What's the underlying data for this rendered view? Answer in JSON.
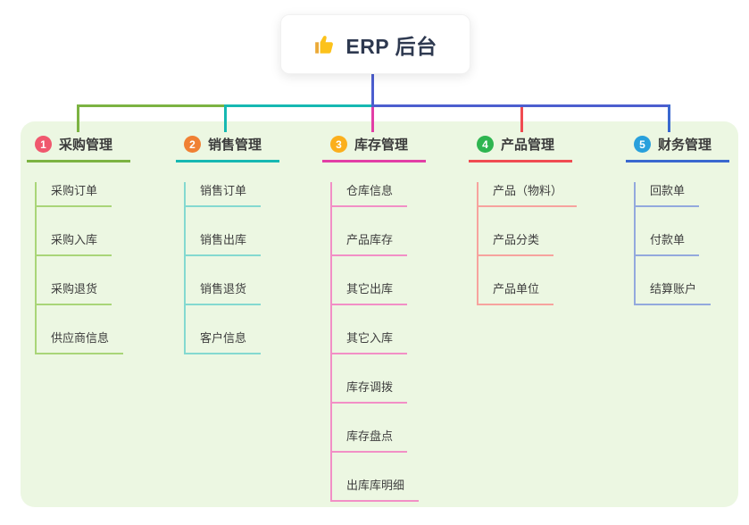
{
  "root": {
    "title": "ERP 后台",
    "icon": "thumbs-up-icon"
  },
  "branches": [
    {
      "index": "1",
      "title": "采购管理",
      "badge_color": "#f0586e",
      "line_color": "#7cb342",
      "child_line_color": "#a9d578",
      "children": [
        "采购订单",
        "采购入库",
        "采购退货",
        "供应商信息"
      ]
    },
    {
      "index": "2",
      "title": "销售管理",
      "badge_color": "#f08033",
      "line_color": "#16b8b2",
      "child_line_color": "#84d9d0",
      "children": [
        "销售订单",
        "销售出库",
        "销售退货",
        "客户信息"
      ]
    },
    {
      "index": "3",
      "title": "库存管理",
      "badge_color": "#fbaf1c",
      "line_color": "#e23ea6",
      "child_line_color": "#f28fc6",
      "children": [
        "仓库信息",
        "产品库存",
        "其它出库",
        "其它入库",
        "库存调拨",
        "库存盘点",
        "出库库明细"
      ]
    },
    {
      "index": "4",
      "title": "产品管理",
      "badge_color": "#2eb550",
      "line_color": "#f04b51",
      "child_line_color": "#f7a39e",
      "children": [
        "产品（物料）",
        "产品分类",
        "产品单位"
      ]
    },
    {
      "index": "5",
      "title": "财务管理",
      "badge_color": "#29a0dc",
      "line_color": "#3a68cf",
      "child_line_color": "#93a9dd",
      "children": [
        "回款单",
        "付款单",
        "结算账户"
      ]
    }
  ],
  "connectors": {
    "root_line": "#4c5ecf",
    "bus_segment_1": "#7cb342",
    "bus_segment_2": "#16b8b2",
    "bus_segment_3": "#4c5ecf",
    "drop_1": "#7cb342",
    "drop_2": "#16b8b2",
    "drop_3": "#e23ea6",
    "drop_4": "#f04b51",
    "drop_5": "#3a68cf"
  },
  "panel_color": "#ecf7e2"
}
